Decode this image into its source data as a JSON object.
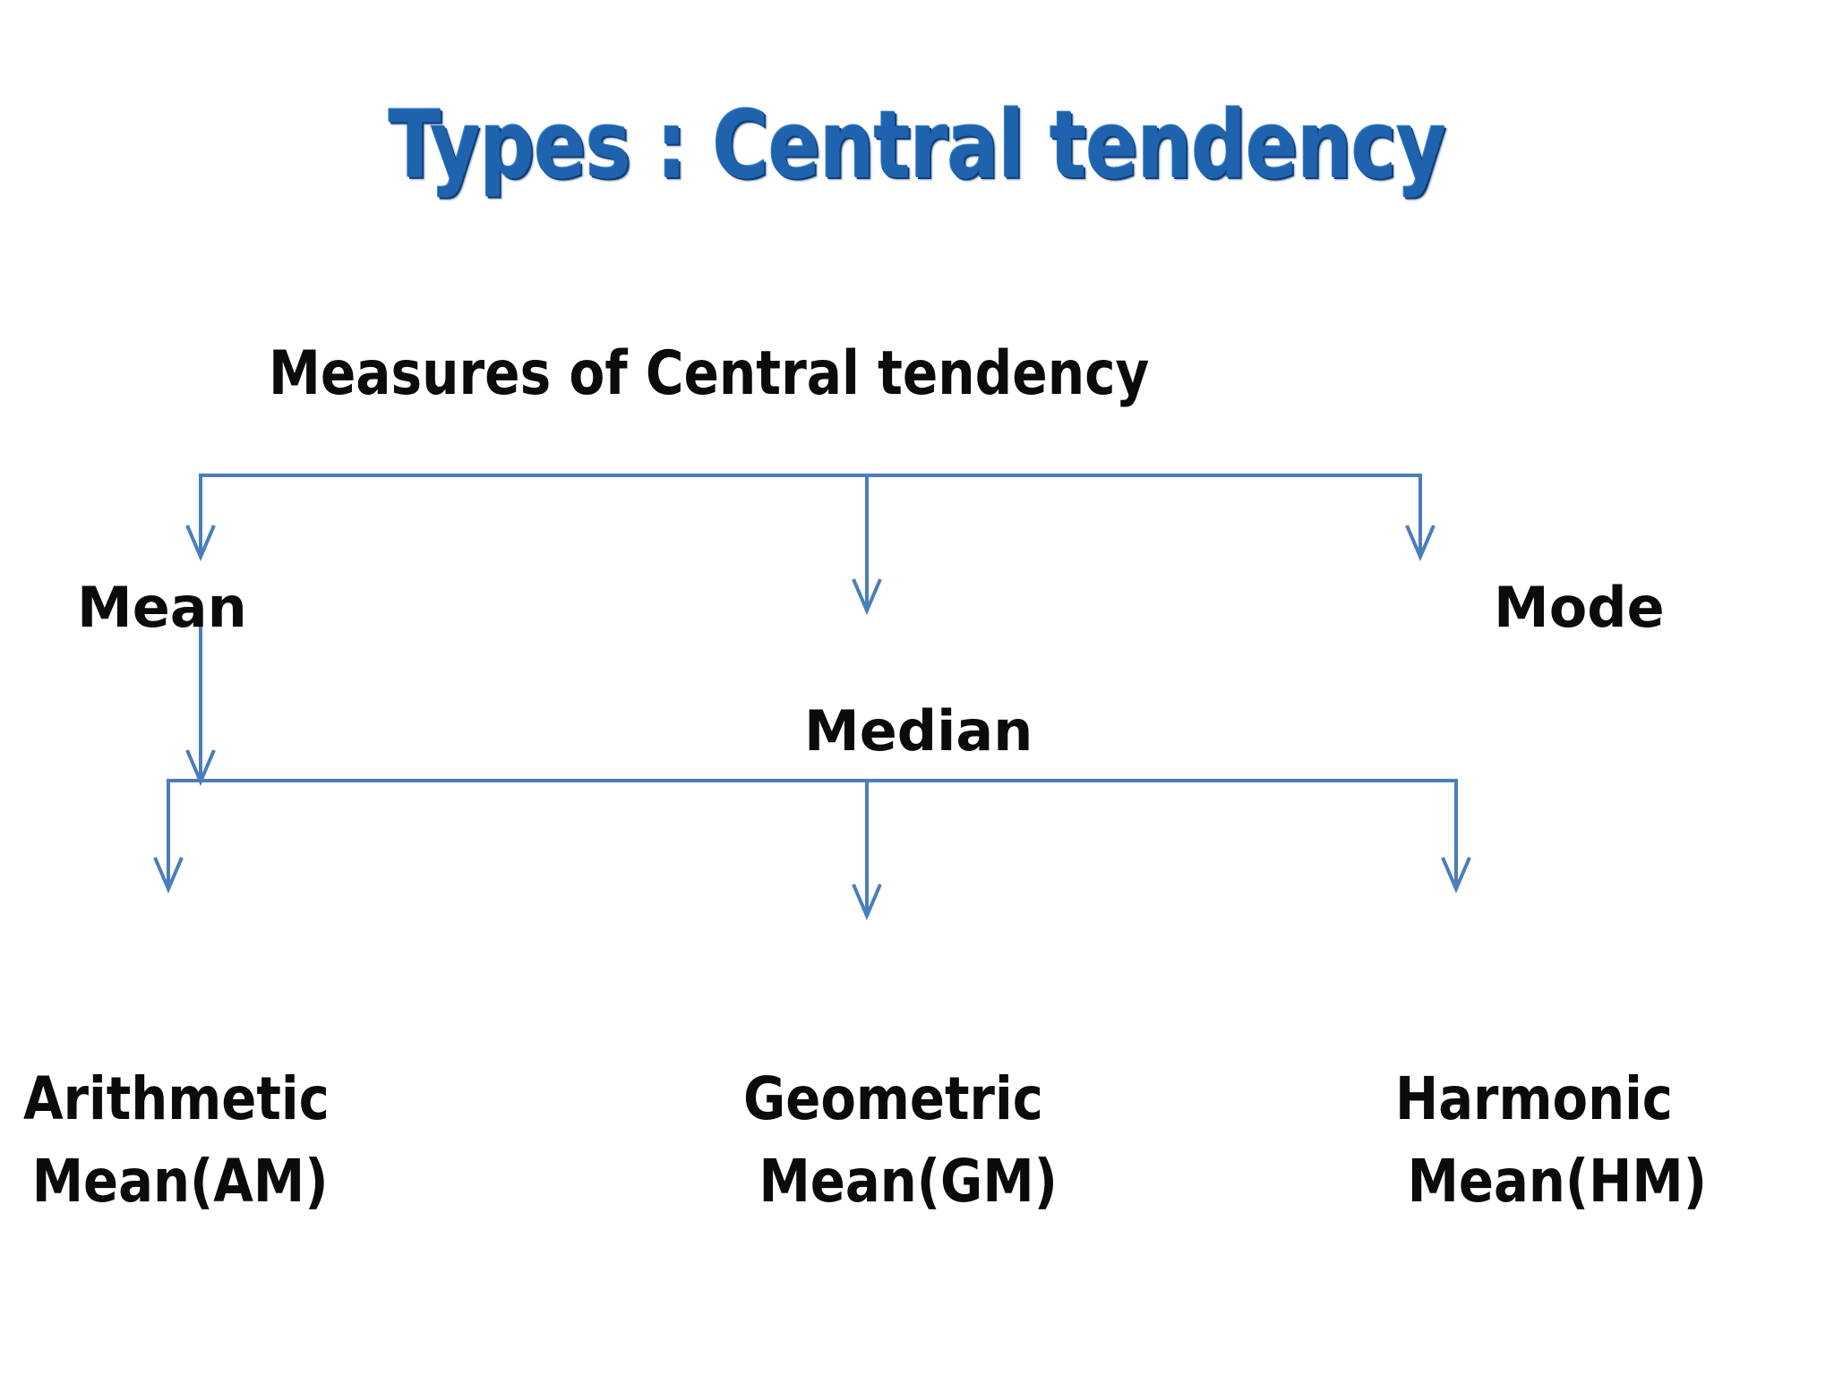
{
  "slide": {
    "background_color": "#ffffff",
    "title": "Types : Central tendency",
    "title_color": "#1F63AE",
    "connector_color": "#4A7EBB"
  },
  "diagram": {
    "root": {
      "label": "Measures of Central tendency",
      "color": "#0b0b0b"
    },
    "level2": [
      {
        "label": "Mean",
        "color": "#0b0b0b"
      },
      {
        "label": "Median",
        "color": "#0b0b0b"
      },
      {
        "label": "Mode",
        "color": "#0b0b0b"
      }
    ],
    "level3": [
      {
        "line1": "Arithmetic",
        "line2": "Mean(AM)",
        "color": "#0b0b0b"
      },
      {
        "line1": "Geometric",
        "line2": "Mean(GM)",
        "color": "#0b0b0b"
      },
      {
        "line1": "Harmonic",
        "line2": "Mean(HM)",
        "color": "#0b0b0b"
      }
    ]
  }
}
